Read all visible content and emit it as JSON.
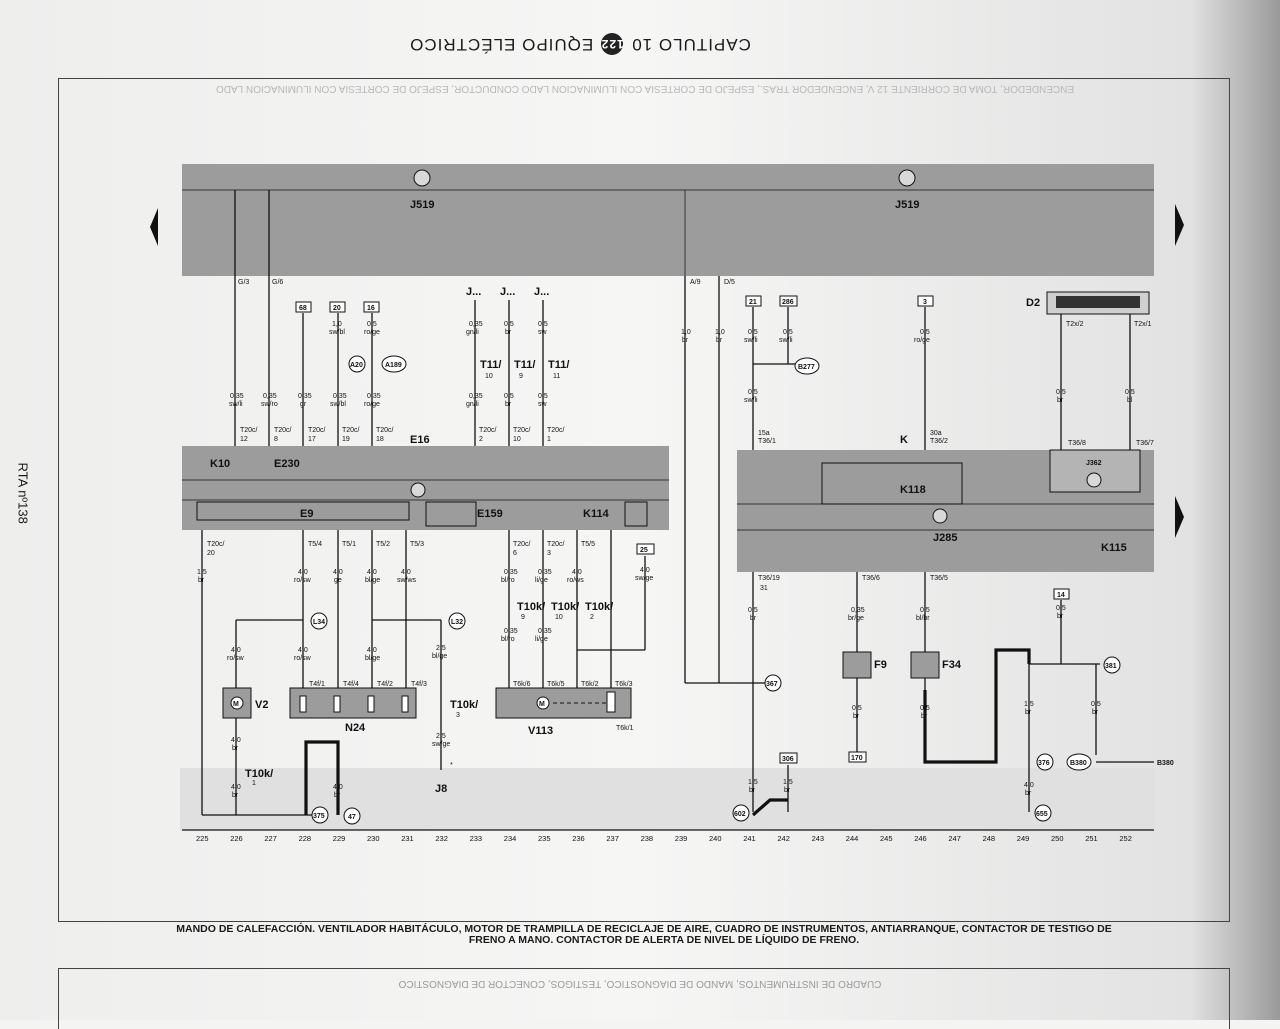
{
  "header": {
    "chapter": "CAPITULO 10",
    "page_number": "122",
    "section": "EQUIPO ELÉCTRICO"
  },
  "side_note": "RTA nº138",
  "caption": {
    "line1": "MANDO DE CALEFACCIÓN. VENTILADOR HABITÁCULO, MOTOR DE TRAMPILLA DE RECICLAJE DE AIRE, CUADRO DE INSTRUMENTOS, ANTIARRANQUE, CONTACTOR DE TESTIGO DE",
    "line2": "FRENO A MANO. CONTACTOR DE ALERTA DE NIVEL DE LÍQUIDO DE FRENO."
  },
  "ghost_top": "ENCENDEDOR, TOMA DE CORRIENTE 12 V, ENCENDEDOR TRAS., ESPEJO DE CORTESIA CON ILUMINACION LADO CONDUCTOR, ESPEJO DE CORTESIA CON ILUMINACION LADO",
  "ghost_bottom": "CUADRO DE INSTRUMENTOS, MANDO DE DIAGNOSTICO, TESTIGOS, CONECTOR DE DIAGNOSTICO",
  "components": {
    "j519_left": "J519",
    "j519_right": "J519",
    "e16": "E16",
    "k10": "K10",
    "e230": "E230",
    "e9": "E9",
    "e159": "E159",
    "k114": "K114",
    "k": "K",
    "k118": "K118",
    "j362": "J362",
    "j285": "J285",
    "k115": "K115",
    "d2": "D2",
    "v2": "V2",
    "n24": "N24",
    "v113": "V113",
    "j8": "J8",
    "f9": "F9",
    "f34": "F34"
  },
  "grid_numbers": [
    "225",
    "226",
    "227",
    "228",
    "229",
    "230",
    "231",
    "232",
    "233",
    "234",
    "235",
    "236",
    "237",
    "238",
    "239",
    "240",
    "241",
    "242",
    "243",
    "244",
    "245",
    "246",
    "247",
    "248",
    "249",
    "250",
    "251",
    "252"
  ],
  "refs": {
    "b380": "B380"
  }
}
